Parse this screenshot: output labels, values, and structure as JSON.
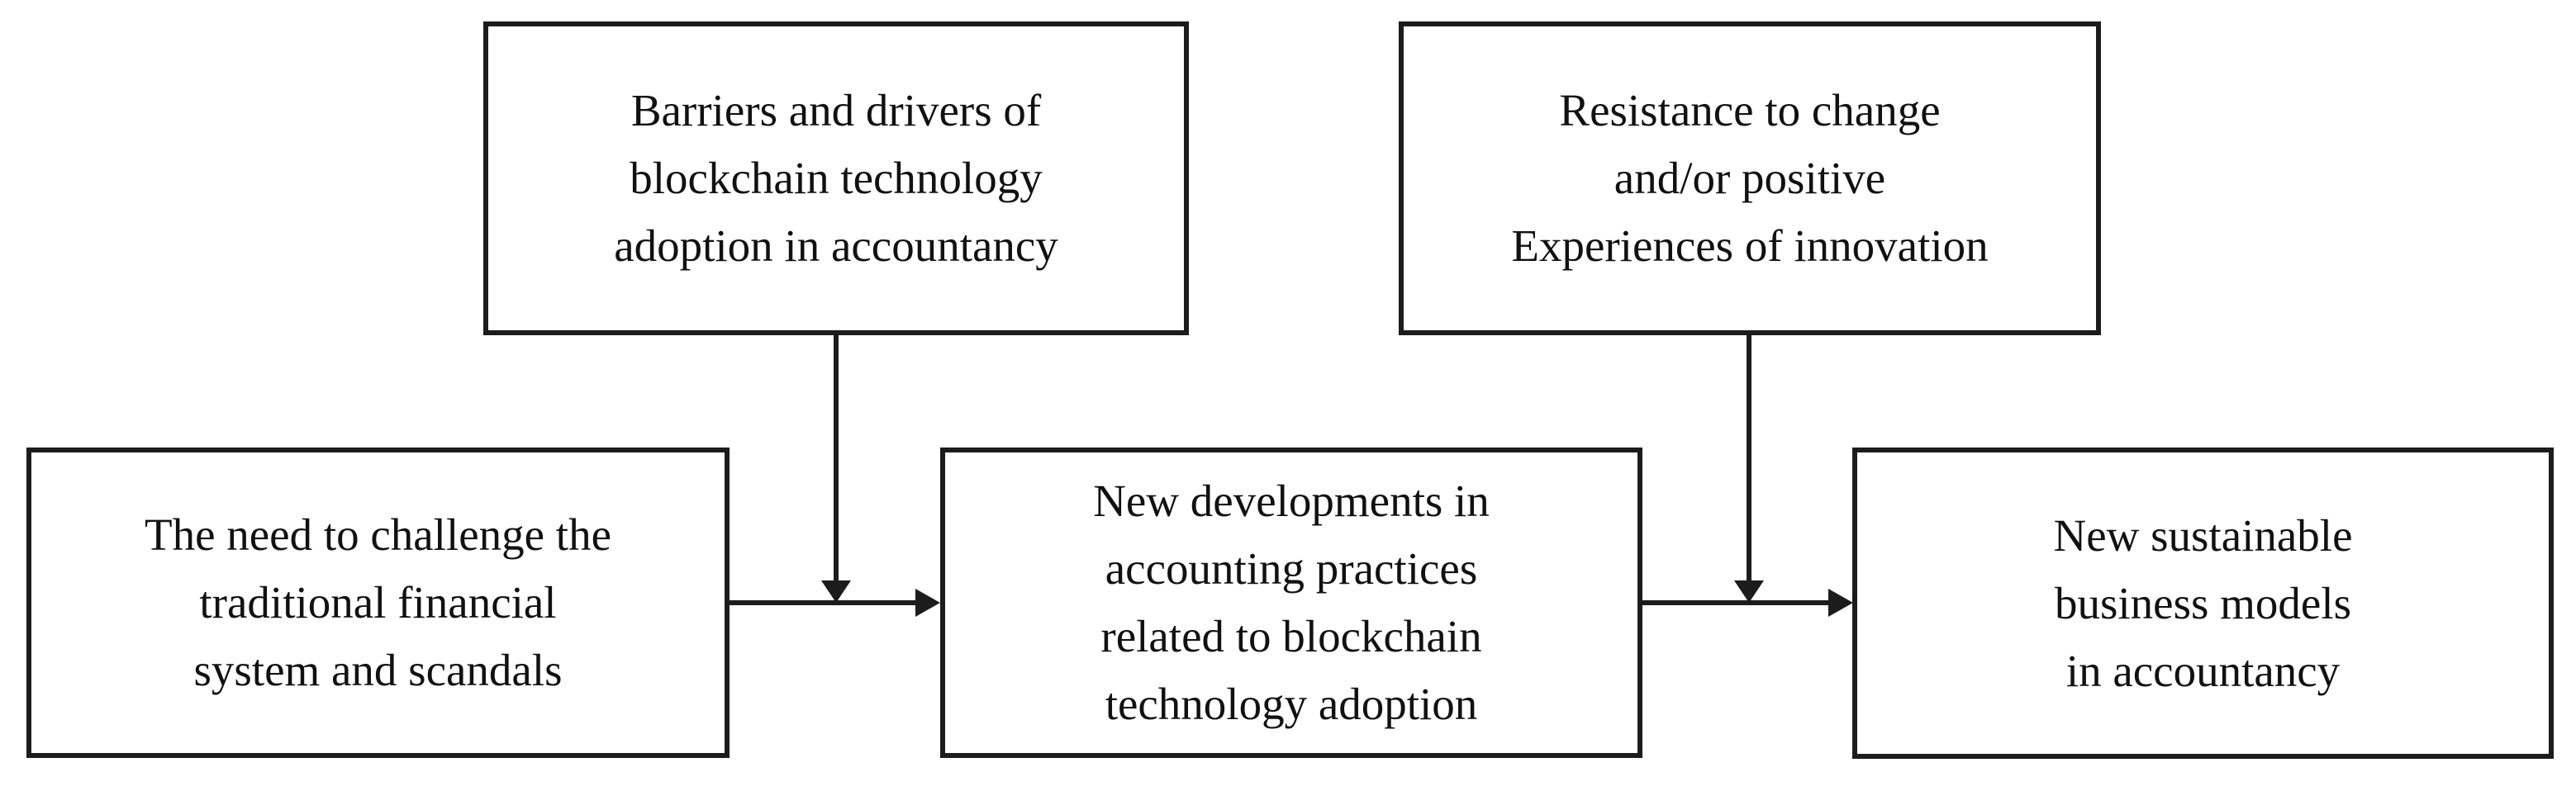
{
  "colors": {
    "page-bg": "#ffffff",
    "stroke": "#1c1c1c",
    "text": "#111111"
  },
  "diagram": {
    "type": "flowchart",
    "boxes": [
      {
        "id": "barriers-drivers",
        "lines": [
          "Barriers and drivers of",
          "blockchain technology",
          "adoption in accountancy"
        ],
        "row": "top"
      },
      {
        "id": "resistance-change",
        "lines": [
          "Resistance to change",
          "and/or positive",
          "Experiences of innovation"
        ],
        "row": "top"
      },
      {
        "id": "need-to-challenge",
        "lines": [
          "The need to challenge the",
          "traditional financial",
          "system and scandals"
        ],
        "row": "bottom"
      },
      {
        "id": "new-developments",
        "lines": [
          "New developments in",
          "accounting practices",
          "related to blockchain",
          "technology adoption"
        ],
        "row": "bottom"
      },
      {
        "id": "sustainable-models",
        "lines": [
          "New sustainable",
          "business models",
          "in accountancy"
        ],
        "row": "bottom"
      }
    ],
    "arrows": [
      {
        "from": "barriers-drivers",
        "to": "flow-line-left",
        "direction": "down"
      },
      {
        "from": "resistance-change",
        "to": "flow-line-right",
        "direction": "down"
      },
      {
        "from": "need-to-challenge",
        "to": "new-developments",
        "direction": "right"
      },
      {
        "from": "new-developments",
        "to": "sustainable-models",
        "direction": "right"
      }
    ]
  }
}
